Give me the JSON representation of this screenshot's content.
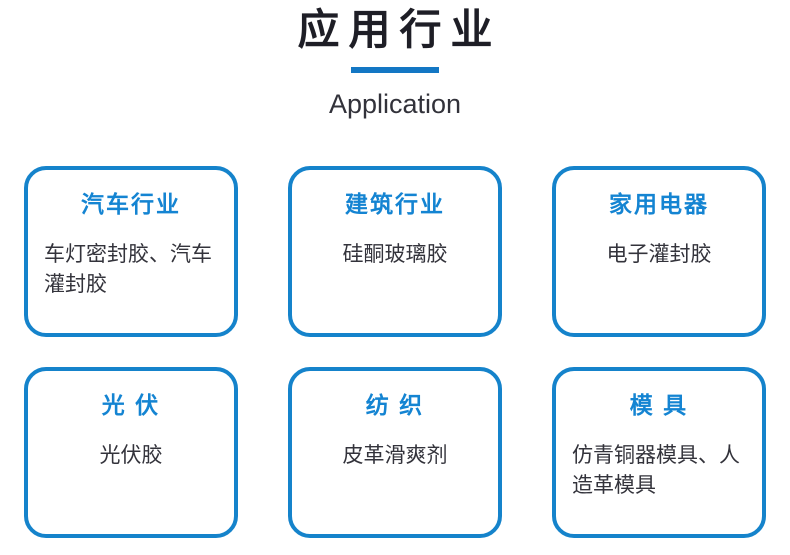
{
  "header": {
    "title": "应用行业",
    "subtitle": "Application"
  },
  "colors": {
    "accent_blue": "#1583cb",
    "underline_blue": "#1377c4",
    "card_title_blue": "#1484d2",
    "title_dark": "#1e1e26",
    "body_text": "#33333b"
  },
  "cards": [
    {
      "title": "汽车行业",
      "body": "车灯密封胶、汽车灌封胶",
      "align": "left"
    },
    {
      "title": "建筑行业",
      "body": "硅酮玻璃胶",
      "align": "center"
    },
    {
      "title": "家用电器",
      "body": "电子灌封胶",
      "align": "center"
    },
    {
      "title": "光 伏",
      "body": "光伏胶",
      "align": "center"
    },
    {
      "title": "纺 织",
      "body": "皮革滑爽剂",
      "align": "center"
    },
    {
      "title": "模 具",
      "body": "仿青铜器模具、人造革模具",
      "align": "left"
    }
  ]
}
